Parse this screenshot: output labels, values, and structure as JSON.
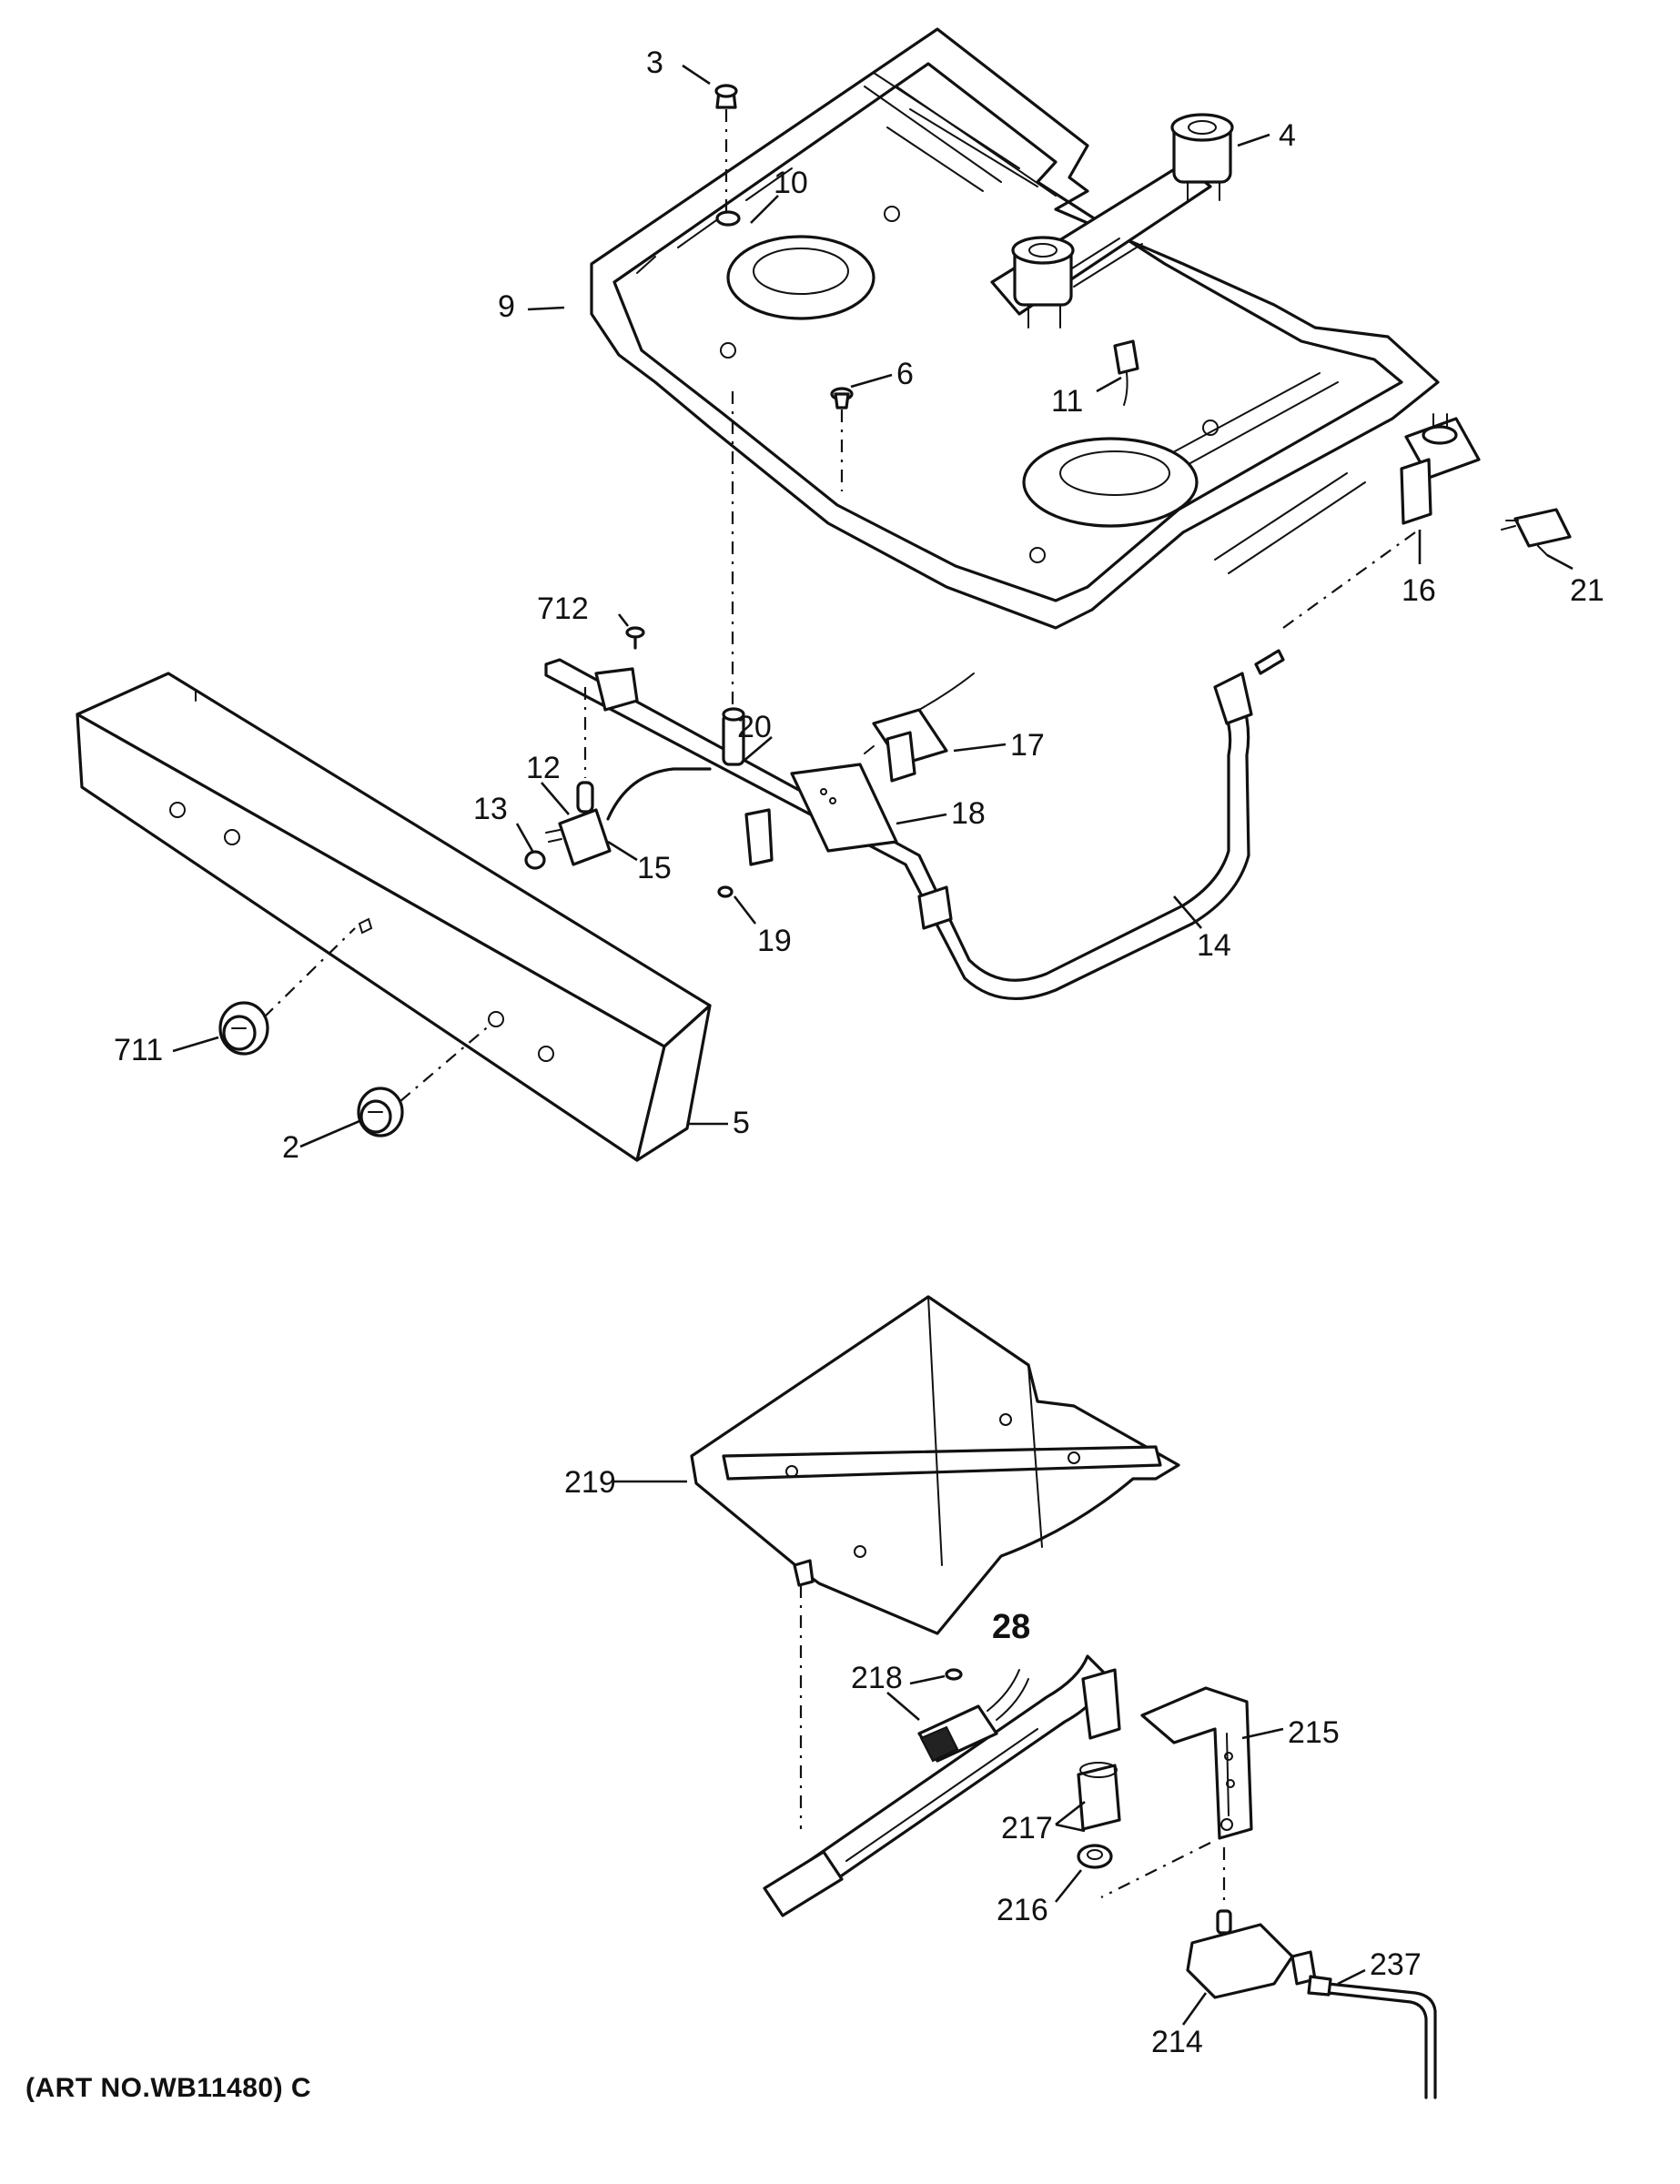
{
  "art_number": "(ART NO.WB11480) C",
  "callouts": {
    "c2": "2",
    "c3": "3",
    "c4": "4",
    "c5": "5",
    "c6": "6",
    "c9": "9",
    "c10": "10",
    "c11": "11",
    "c12": "12",
    "c13": "13",
    "c14": "14",
    "c15": "15",
    "c16": "16",
    "c17": "17",
    "c18": "18",
    "c19": "19",
    "c20": "20",
    "c21": "21",
    "c28": "28",
    "c214": "214",
    "c215": "215",
    "c216": "216",
    "c217": "217",
    "c218": "218",
    "c219": "219",
    "c237": "237",
    "c711": "711",
    "c712": "712"
  }
}
